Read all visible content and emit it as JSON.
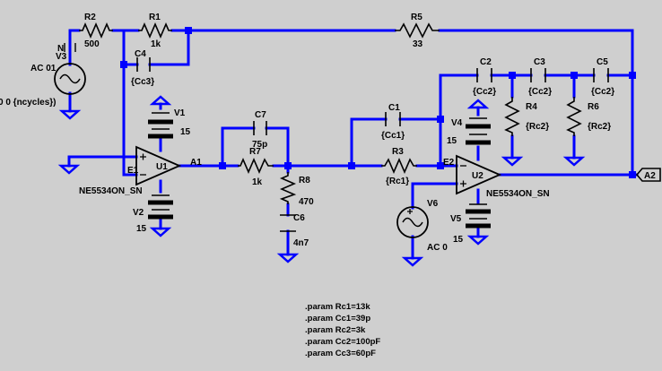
{
  "components": {
    "R1": {
      "name": "R1",
      "value": "1k"
    },
    "R2": {
      "name": "R2",
      "value": "500"
    },
    "R3": {
      "name": "R3",
      "value": "{Rc1}"
    },
    "R4": {
      "name": "R4",
      "value": "{Rc2}"
    },
    "R5": {
      "name": "R5",
      "value": "33"
    },
    "R6": {
      "name": "R6",
      "value": "{Rc2}"
    },
    "R7": {
      "name": "R7",
      "value": "1k"
    },
    "R8": {
      "name": "R8",
      "value": "470"
    },
    "C1": {
      "name": "C1",
      "value": "{Cc1}"
    },
    "C2": {
      "name": "C2",
      "value": "{Cc2}"
    },
    "C3": {
      "name": "C3",
      "value": "{Cc2}"
    },
    "C4": {
      "name": "C4",
      "value": "{Cc3}"
    },
    "C5": {
      "name": "C5",
      "value": "{Cc2}"
    },
    "C6": {
      "name": "C6",
      "value": "4n7"
    },
    "C7": {
      "name": "C7",
      "value": "75p"
    },
    "V1": {
      "name": "V1",
      "value": "15"
    },
    "V2": {
      "name": "V2",
      "value": "15"
    },
    "V3": {
      "name": "V3",
      "value": "AC 01",
      "extra": "0 0 {ncycles})"
    },
    "V4": {
      "name": "V4",
      "value": "15"
    },
    "V5": {
      "name": "V5",
      "value": "15"
    },
    "V6": {
      "name": "V6",
      "value": "AC 0"
    },
    "U1": {
      "name": "U1",
      "model": "NE5534ON_SN"
    },
    "U2": {
      "name": "U2",
      "model": "NE5534ON_SN"
    }
  },
  "nets": {
    "e1": "E1",
    "a1": "A1",
    "e2": "E2",
    "a2": "A2",
    "n": "N"
  },
  "params": [
    ".param Rc1=13k",
    ".param Cc1=39p",
    ".param Rc2=3k",
    ".param Cc2=100pF",
    ".param Cc3=60pF"
  ],
  "colors": {
    "background": "#cfcfcf",
    "wire": "#0000ff",
    "component": "#000000"
  }
}
